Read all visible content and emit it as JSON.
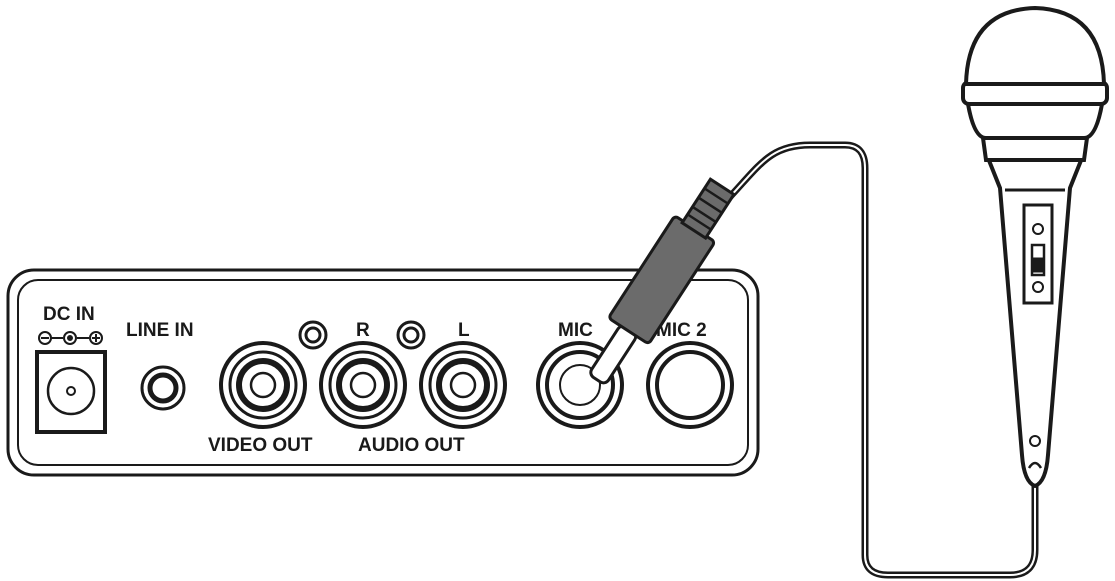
{
  "labels": {
    "dc_in": "DC IN",
    "line_in": "LINE IN",
    "channel_r": "R",
    "channel_l": "L",
    "mic1": "MIC",
    "mic2": "MIC 2",
    "video_out": "VIDEO OUT",
    "audio_out": "AUDIO OUT"
  },
  "colors": {
    "line": "#1a1a1a",
    "plug": "#6b6b6b",
    "background": "#ffffff"
  }
}
